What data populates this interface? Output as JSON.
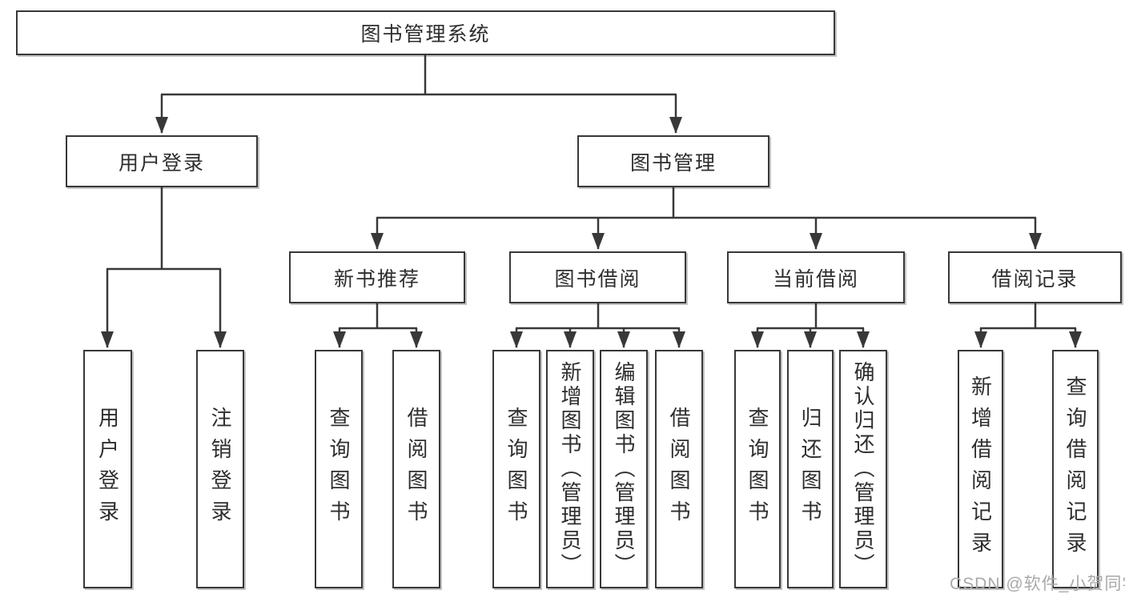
{
  "diagram_title": "图书管理系统",
  "tree": {
    "root": {
      "label": "图书管理系统"
    },
    "branches": [
      {
        "label": "用户登录",
        "children": [
          {
            "label": "用户登录"
          },
          {
            "label": "注销登录"
          }
        ]
      },
      {
        "label": "图书管理",
        "children": [
          {
            "label": "新书推荐",
            "children": [
              {
                "label": "查询图书"
              },
              {
                "label": "借阅图书"
              }
            ]
          },
          {
            "label": "图书借阅",
            "children": [
              {
                "label": "查询图书"
              },
              {
                "label": "新增图书（管理员）"
              },
              {
                "label": "编辑图书（管理员）"
              },
              {
                "label": "借阅图书"
              }
            ]
          },
          {
            "label": "当前借阅",
            "children": [
              {
                "label": "查询图书"
              },
              {
                "label": "归还图书"
              },
              {
                "label": "确认归还（管理员）"
              }
            ]
          },
          {
            "label": "借阅记录",
            "children": [
              {
                "label": "新增借阅记录"
              },
              {
                "label": "查询借阅记录"
              }
            ]
          }
        ]
      }
    ]
  },
  "watermark": {
    "text": "CSDN @软件_小贺同学"
  },
  "colors": {
    "line": "#383838",
    "text": "#2e2e2e",
    "box_background": "#ffffff",
    "page_background": "#ffffff",
    "watermark": "#a9a9a9"
  }
}
